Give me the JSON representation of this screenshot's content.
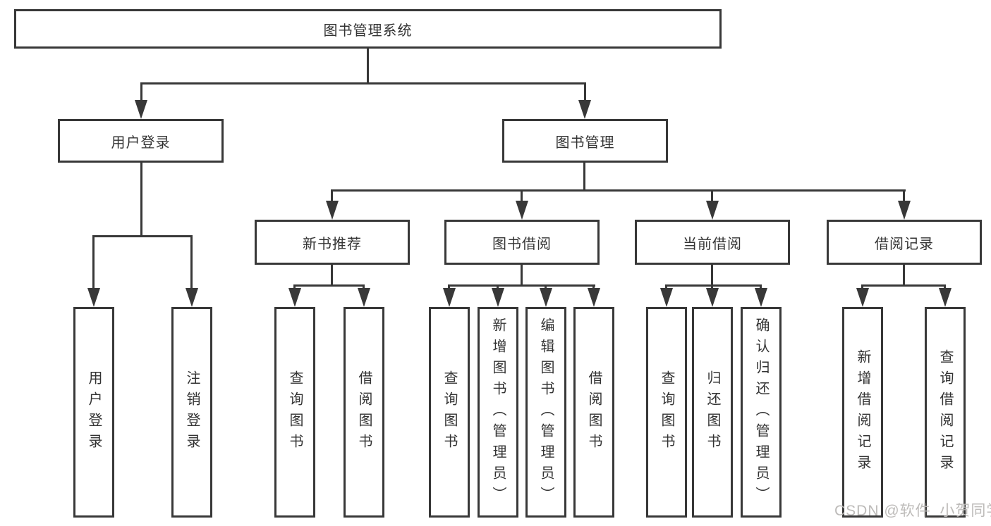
{
  "diagram_type": "hierarchy-tree",
  "colors": {
    "line": "#383838",
    "text": "#333333",
    "background": "#ffffff",
    "watermark": "#b9b7b5"
  },
  "tree": {
    "label": "图书管理系统",
    "children": [
      {
        "label": "用户登录",
        "children": [
          {
            "label": "用户登录"
          },
          {
            "label": "注销登录"
          }
        ]
      },
      {
        "label": "图书管理",
        "children": [
          {
            "label": "新书推荐",
            "children": [
              {
                "label": "查询图书"
              },
              {
                "label": "借阅图书"
              }
            ]
          },
          {
            "label": "图书借阅",
            "children": [
              {
                "label": "查询图书"
              },
              {
                "label": "新增图书（管理员）"
              },
              {
                "label": "编辑图书（管理员）"
              },
              {
                "label": "借阅图书"
              }
            ]
          },
          {
            "label": "当前借阅",
            "children": [
              {
                "label": "查询图书"
              },
              {
                "label": "归还图书"
              },
              {
                "label": "确认归还（管理员）"
              }
            ]
          },
          {
            "label": "借阅记录",
            "children": [
              {
                "label": "新增借阅记录"
              },
              {
                "label": "查询借阅记录"
              }
            ]
          }
        ]
      }
    ]
  },
  "watermark": {
    "text": "CSDN @软件_小贺同学"
  }
}
